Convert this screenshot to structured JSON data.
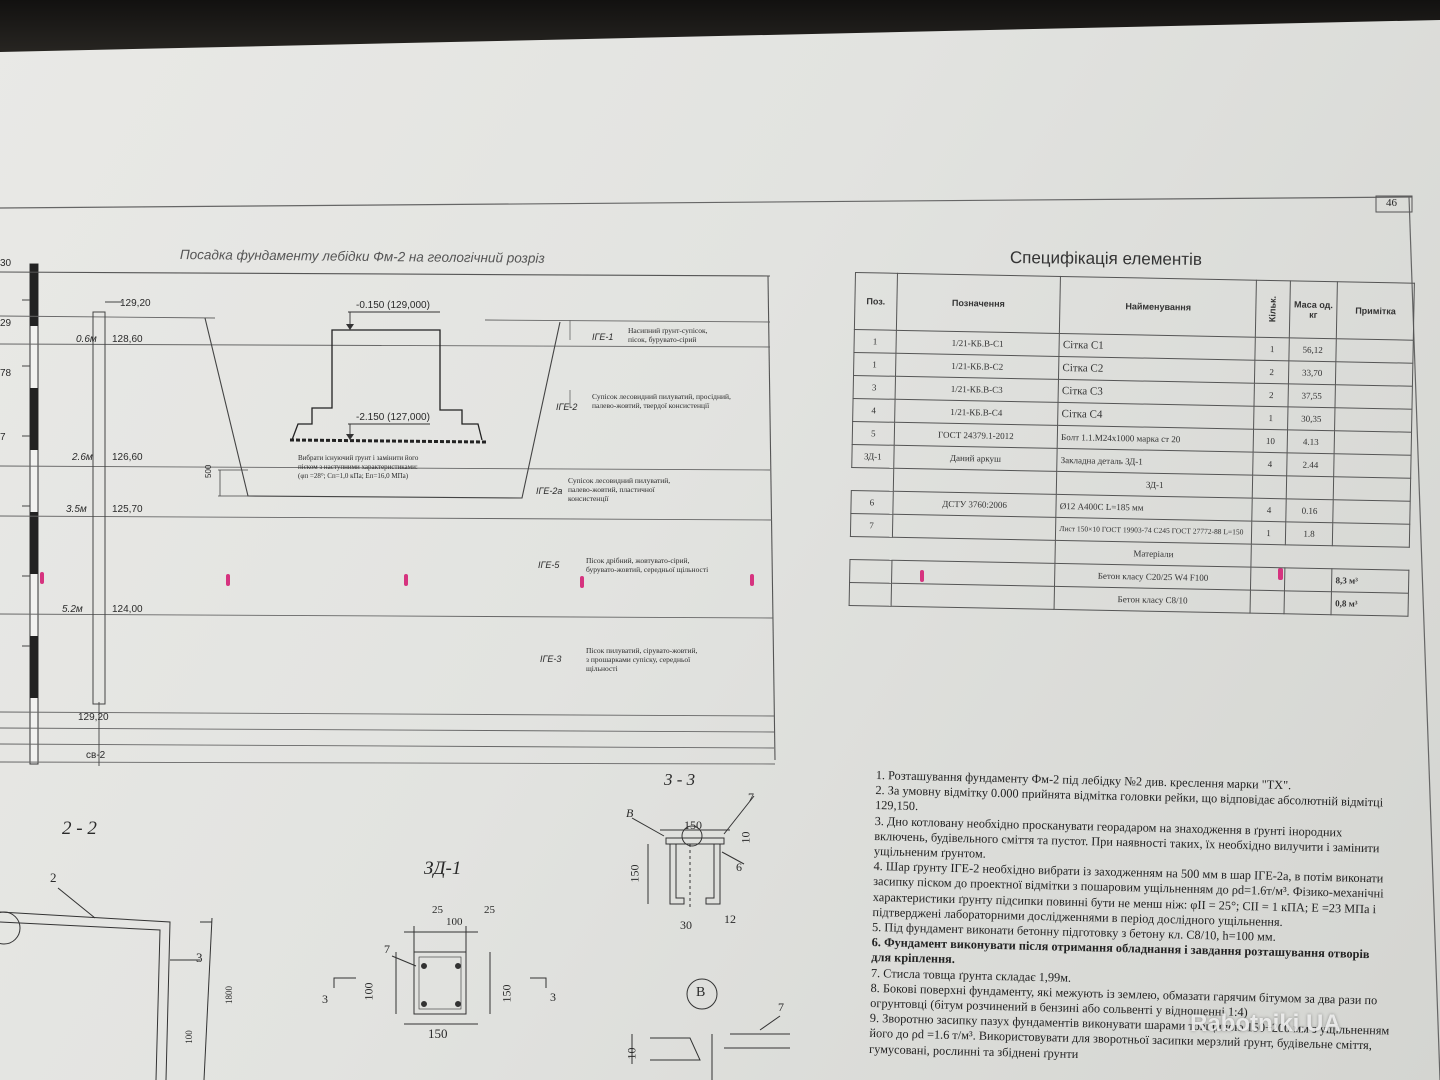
{
  "sheet": {
    "page_number": "46"
  },
  "section_title": "Посадка фундаменту лебідки Фм-2 на геологічний розріз",
  "borehole": {
    "name": "св-2",
    "top_elevation": "129,20",
    "bottom_elevation": "129,20",
    "partial_labels": [
      "30",
      "29",
      "78",
      "7"
    ],
    "layers": [
      {
        "depth": "0.6м",
        "elevation": "128,60"
      },
      {
        "depth": "2.6м",
        "elevation": "126,60"
      },
      {
        "depth": "3.5м",
        "elevation": "125,70"
      },
      {
        "depth": "5.2м",
        "elevation": "124,00"
      }
    ]
  },
  "foundation": {
    "top_mark": "-0.150 (129,000)",
    "bottom_mark": "-2.150 (127,000)",
    "fill_dim": "500",
    "fill_note": [
      "Вибрати існуючий ґрунт і замінити його",
      "піском з наступними характеристиками:",
      "(φп =28°; Сп=1,0 кПа; Eп=16,0 МПа)"
    ]
  },
  "soils": [
    {
      "code": "ІГЕ-1",
      "desc": [
        "Насипний ґрунт-супісок,",
        "пісок, бурувато-сірий"
      ]
    },
    {
      "code": "ІГЕ-2",
      "desc": [
        "Супісок лесовидний пилуватий, просідний,",
        "палево-жовтий, твердої консистенції"
      ]
    },
    {
      "code": "ІГЕ-2а",
      "desc": [
        "Супісок лесовидний пилуватий,",
        "палево-жовтий, пластичної",
        "консистенції"
      ]
    },
    {
      "code": "ІГЕ-5",
      "desc": [
        "Пісок дрібний, жовтувато-сірий,",
        "бурувато-жовтий, середньої щільності"
      ]
    },
    {
      "code": "ІГЕ-3",
      "desc": [
        "Пісок пилуватий, сірувато-жовтий,",
        "з прошарками супіску, середньої",
        "щільності"
      ]
    }
  ],
  "spec": {
    "title": "Специфікація елементів",
    "headers": [
      "Поз.",
      "Позначення",
      "Найменування",
      "Кільк.",
      "Маса од. кг",
      "Примітка"
    ],
    "rows": [
      [
        "1",
        "1/21-КБ.В-С1",
        "Сітка С1",
        "1",
        "56,12",
        ""
      ],
      [
        "1",
        "1/21-КБ.В-С2",
        "Сітка С2",
        "2",
        "33,70",
        ""
      ],
      [
        "3",
        "1/21-КБ.В-С3",
        "Сітка С3",
        "2",
        "37,55",
        ""
      ],
      [
        "4",
        "1/21-КБ.В-С4",
        "Сітка С4",
        "1",
        "30,35",
        ""
      ],
      [
        "5",
        "ГОСТ 24379.1-2012",
        "Болт 1.1.М24х1000 марка ст 20",
        "10",
        "4.13",
        ""
      ],
      [
        "ЗД-1",
        "Даний аркуш",
        "Закладна деталь ЗД-1",
        "4",
        "2.44",
        ""
      ]
    ],
    "subheader": "ЗД-1",
    "rows2": [
      [
        "6",
        "ДСТУ 3760:2006",
        "Ø12 А400С  L=185 мм",
        "4",
        "0.16",
        ""
      ],
      [
        "7",
        "",
        "Лист 150×10 ГОСТ 19903-74 С245 ГОСТ 27772-88  L=150",
        "1",
        "1.8",
        ""
      ]
    ],
    "materials_header": "Матеріали",
    "materials": [
      [
        "",
        "",
        "Бетон класу С20/25 W4 F100",
        "",
        "",
        "8,3 м³"
      ],
      [
        "",
        "",
        "Бетон класу С8/10",
        "",
        "",
        "0,8 м³"
      ]
    ]
  },
  "details": {
    "section_22": "2 - 2",
    "section_33": "3 - 3",
    "zd1": "ЗД-1",
    "node_b": "В",
    "dims": {
      "d150": "150",
      "d10": "10",
      "d7": "7",
      "d6": "6",
      "d12": "12",
      "d30": "30",
      "dB": "В",
      "d25a": "25",
      "d100": "100",
      "d25b": "25",
      "d100v": "100",
      "d150v": "150",
      "d150b": "150",
      "d3a": "3",
      "d3b": "3",
      "d7b": "7",
      "d2": "2",
      "d3c": "3",
      "d1800": "1800",
      "d100c": "100",
      "d10b": "10",
      "d7c": "7"
    }
  },
  "notes": [
    "1. Розташування фундаменту Фм-2 під лебідку №2 див. креслення марки \"ТХ\".",
    "2. За умовну відмітку 0.000 прийнята відмітка головки рейки, що відповідає абсолютній відмітці 129,150.",
    "3. Дно котловану необхідно просканувати георадаром на знаходження в ґрунті інородних включень, будівельного сміття та пустот. При наявності таких, їх необхідно вилучити і замінити ущільненим ґрунтом.",
    "4. Шар ґрунту ІГЕ-2 необхідно вибрати із заходженням на 500 мм в шар ІГЕ-2а, в потім виконати засипку піском до проектної відмітки з пошаровим ущільненням до ρd=1.6т/м³. Фізико-механічні характеристики ґрунту підсипки повинні бути не менш ніж: φII = 25°; CII = 1 кПА; E =23 МПа і підтверджені лабораторними дослідженнями в період дослідного ущільнення.",
    "5. Під фундамент виконати бетонну підготовку з бетону кл. С8/10, h=100 мм.",
    "6. Фундамент виконувати після отримання обладнання і завдання розташування отворів для кріплення.",
    "7. Стисла товща ґрунта складає 1,99м.",
    "8. Бокові поверхні фундаменту, які межують із землею, обмазати гарячим бітумом за два рази по огрунтовці (бітум розчинений в бензині або сольвенті у відношенні 1:4)",
    "9. Зворотню засипку пазух фундаментів виконувати шарами товщиною 150÷200 мм з ущільненням його до ρd =1.6 т/м³. Використовувати для зворотньої засипки мерзлий ґрунт, будівельне сміття, гумусовані, рослинні та збіднені ґрунти"
  ],
  "watermark": "Rabotniki.UA"
}
